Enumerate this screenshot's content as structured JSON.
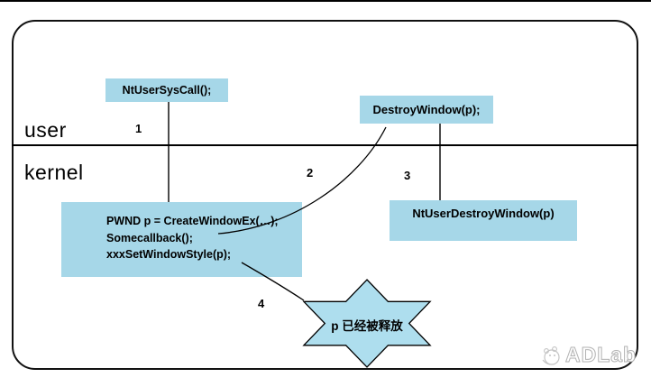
{
  "regions": {
    "user_label": "user",
    "kernel_label": "kernel"
  },
  "boxes": {
    "nt_user_sys_call": {
      "text": "NtUserSysCall();"
    },
    "destroy_window": {
      "text": "DestroyWindow(p);"
    },
    "create_window": {
      "line1": "PWND p = CreateWindowEx(…);",
      "line2": "Somecallback();",
      "line3": "xxxSetWindowStyle(p);"
    },
    "nt_user_destroy_window": {
      "text": "NtUserDestroyWindow(p)"
    }
  },
  "steps": {
    "step1": "1",
    "step2": "2",
    "step3": "3",
    "step4": "4"
  },
  "star": {
    "text": "p 已经被释放"
  },
  "watermark": {
    "text": "ADLab"
  },
  "colors": {
    "box_fill": "#a6d7e8",
    "star_fill": "#aedeee",
    "line": "#000000",
    "watermark_gray": "#b3b3b3"
  }
}
